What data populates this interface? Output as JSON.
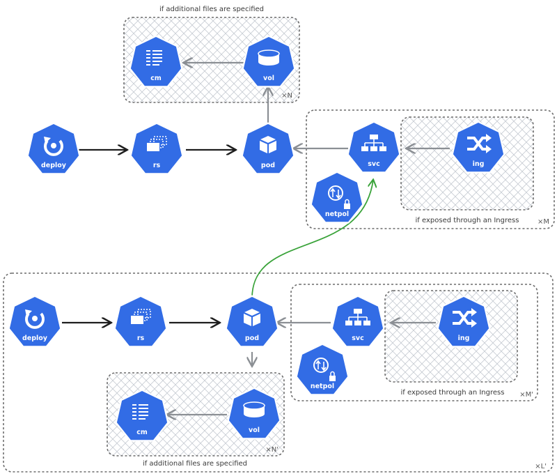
{
  "colors": {
    "k8s_blue": "#326ce5",
    "hex_border": "#ffffff",
    "arrow_black": "#1e1e1e",
    "arrow_gray": "#8b8f94",
    "arrow_green": "#3aa33a",
    "group_border": "#6b6b6b",
    "hatch": "#c6cbd2"
  },
  "labels": {
    "top_files": "if additional files are specified",
    "top_ingress": "if exposed through an Ingress",
    "bottom_ingress": "if exposed through an Ingress",
    "bottom_files": "if additional files are specified",
    "mult_n": "×N",
    "mult_m": "×M",
    "mult_m2": "×M'",
    "mult_n2": "×N'",
    "mult_l2": "×L'"
  },
  "nodes": {
    "deploy1": {
      "label": "deploy",
      "icon": "deploy-icon"
    },
    "rs1": {
      "label": "rs",
      "icon": "replicaset-icon"
    },
    "pod1": {
      "label": "pod",
      "icon": "pod-icon"
    },
    "svc1": {
      "label": "svc",
      "icon": "service-icon"
    },
    "ing1": {
      "label": "ing",
      "icon": "ingress-icon"
    },
    "netpol1": {
      "label": "netpol",
      "icon": "network-policy-icon"
    },
    "vol1": {
      "label": "vol",
      "icon": "volume-icon"
    },
    "cm1": {
      "label": "cm",
      "icon": "configmap-icon"
    },
    "deploy2": {
      "label": "deploy",
      "icon": "deploy-icon"
    },
    "rs2": {
      "label": "rs",
      "icon": "replicaset-icon"
    },
    "pod2": {
      "label": "pod",
      "icon": "pod-icon"
    },
    "svc2": {
      "label": "svc",
      "icon": "service-icon"
    },
    "ing2": {
      "label": "ing",
      "icon": "ingress-icon"
    },
    "netpol2": {
      "label": "netpol",
      "icon": "network-policy-icon"
    },
    "vol2": {
      "label": "vol",
      "icon": "volume-icon"
    },
    "cm2": {
      "label": "cm",
      "icon": "configmap-icon"
    }
  }
}
